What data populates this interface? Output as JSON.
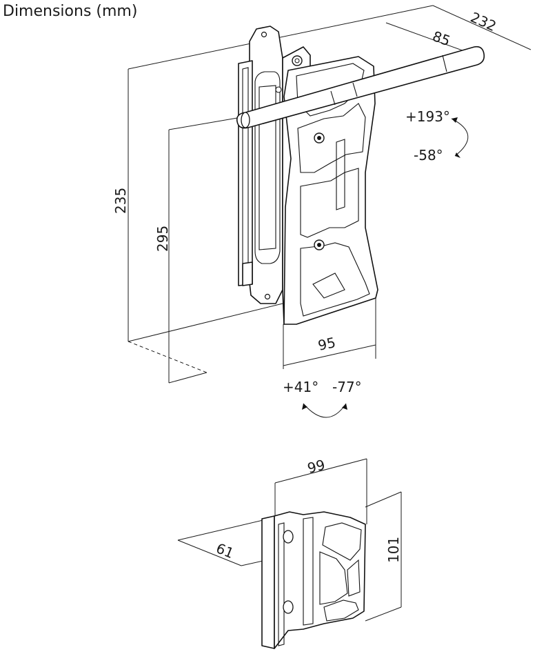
{
  "title": "Dimensions (mm)",
  "dimensions": {
    "overall_depth": "232",
    "rod_offset": "85",
    "plate_height": "235",
    "pivot_height": "295",
    "plate_width": "95",
    "wall_plate_width": "99",
    "wall_plate_depth": "61",
    "wall_plate_height": "101"
  },
  "rotations": {
    "tilt_up": "+193°",
    "tilt_down": "-58°",
    "swivel_left": "+41°",
    "swivel_right": "-77°"
  }
}
